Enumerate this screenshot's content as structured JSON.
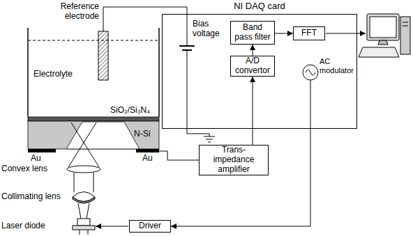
{
  "diagram": {
    "nodes": [
      {
        "text": [
          "NI DAQ card"
        ]
      },
      {
        "text": [
          "Band pass filter"
        ],
        "in": 0
      },
      {
        "text": [
          "FFT"
        ],
        "in": 0
      },
      {
        "text": [
          "A/D convertor"
        ],
        "in": 0
      },
      {
        "text": [
          "AC modulator"
        ],
        "in": 0
      },
      {
        "text": [
          "Trans-impedance amplifier"
        ]
      },
      {
        "text": [
          "Driver"
        ]
      }
    ],
    "edges": [
      {
        "from": 1,
        "to": 2,
        "arrow": "to"
      },
      {
        "from": 3,
        "to": 1,
        "arrow": "to"
      },
      {
        "from": 5,
        "to": 3,
        "arrow": "to"
      },
      {
        "from": 4,
        "to": 6,
        "arrow": "to"
      }
    ],
    "labels": [
      "Reference electrode",
      "Electrolyte",
      "SiO₂/Si₃N₄",
      "N-Si",
      "Au",
      "Au",
      "Convex lens",
      "Collimating lens",
      "Laser diode",
      "Bias voltage"
    ]
  }
}
